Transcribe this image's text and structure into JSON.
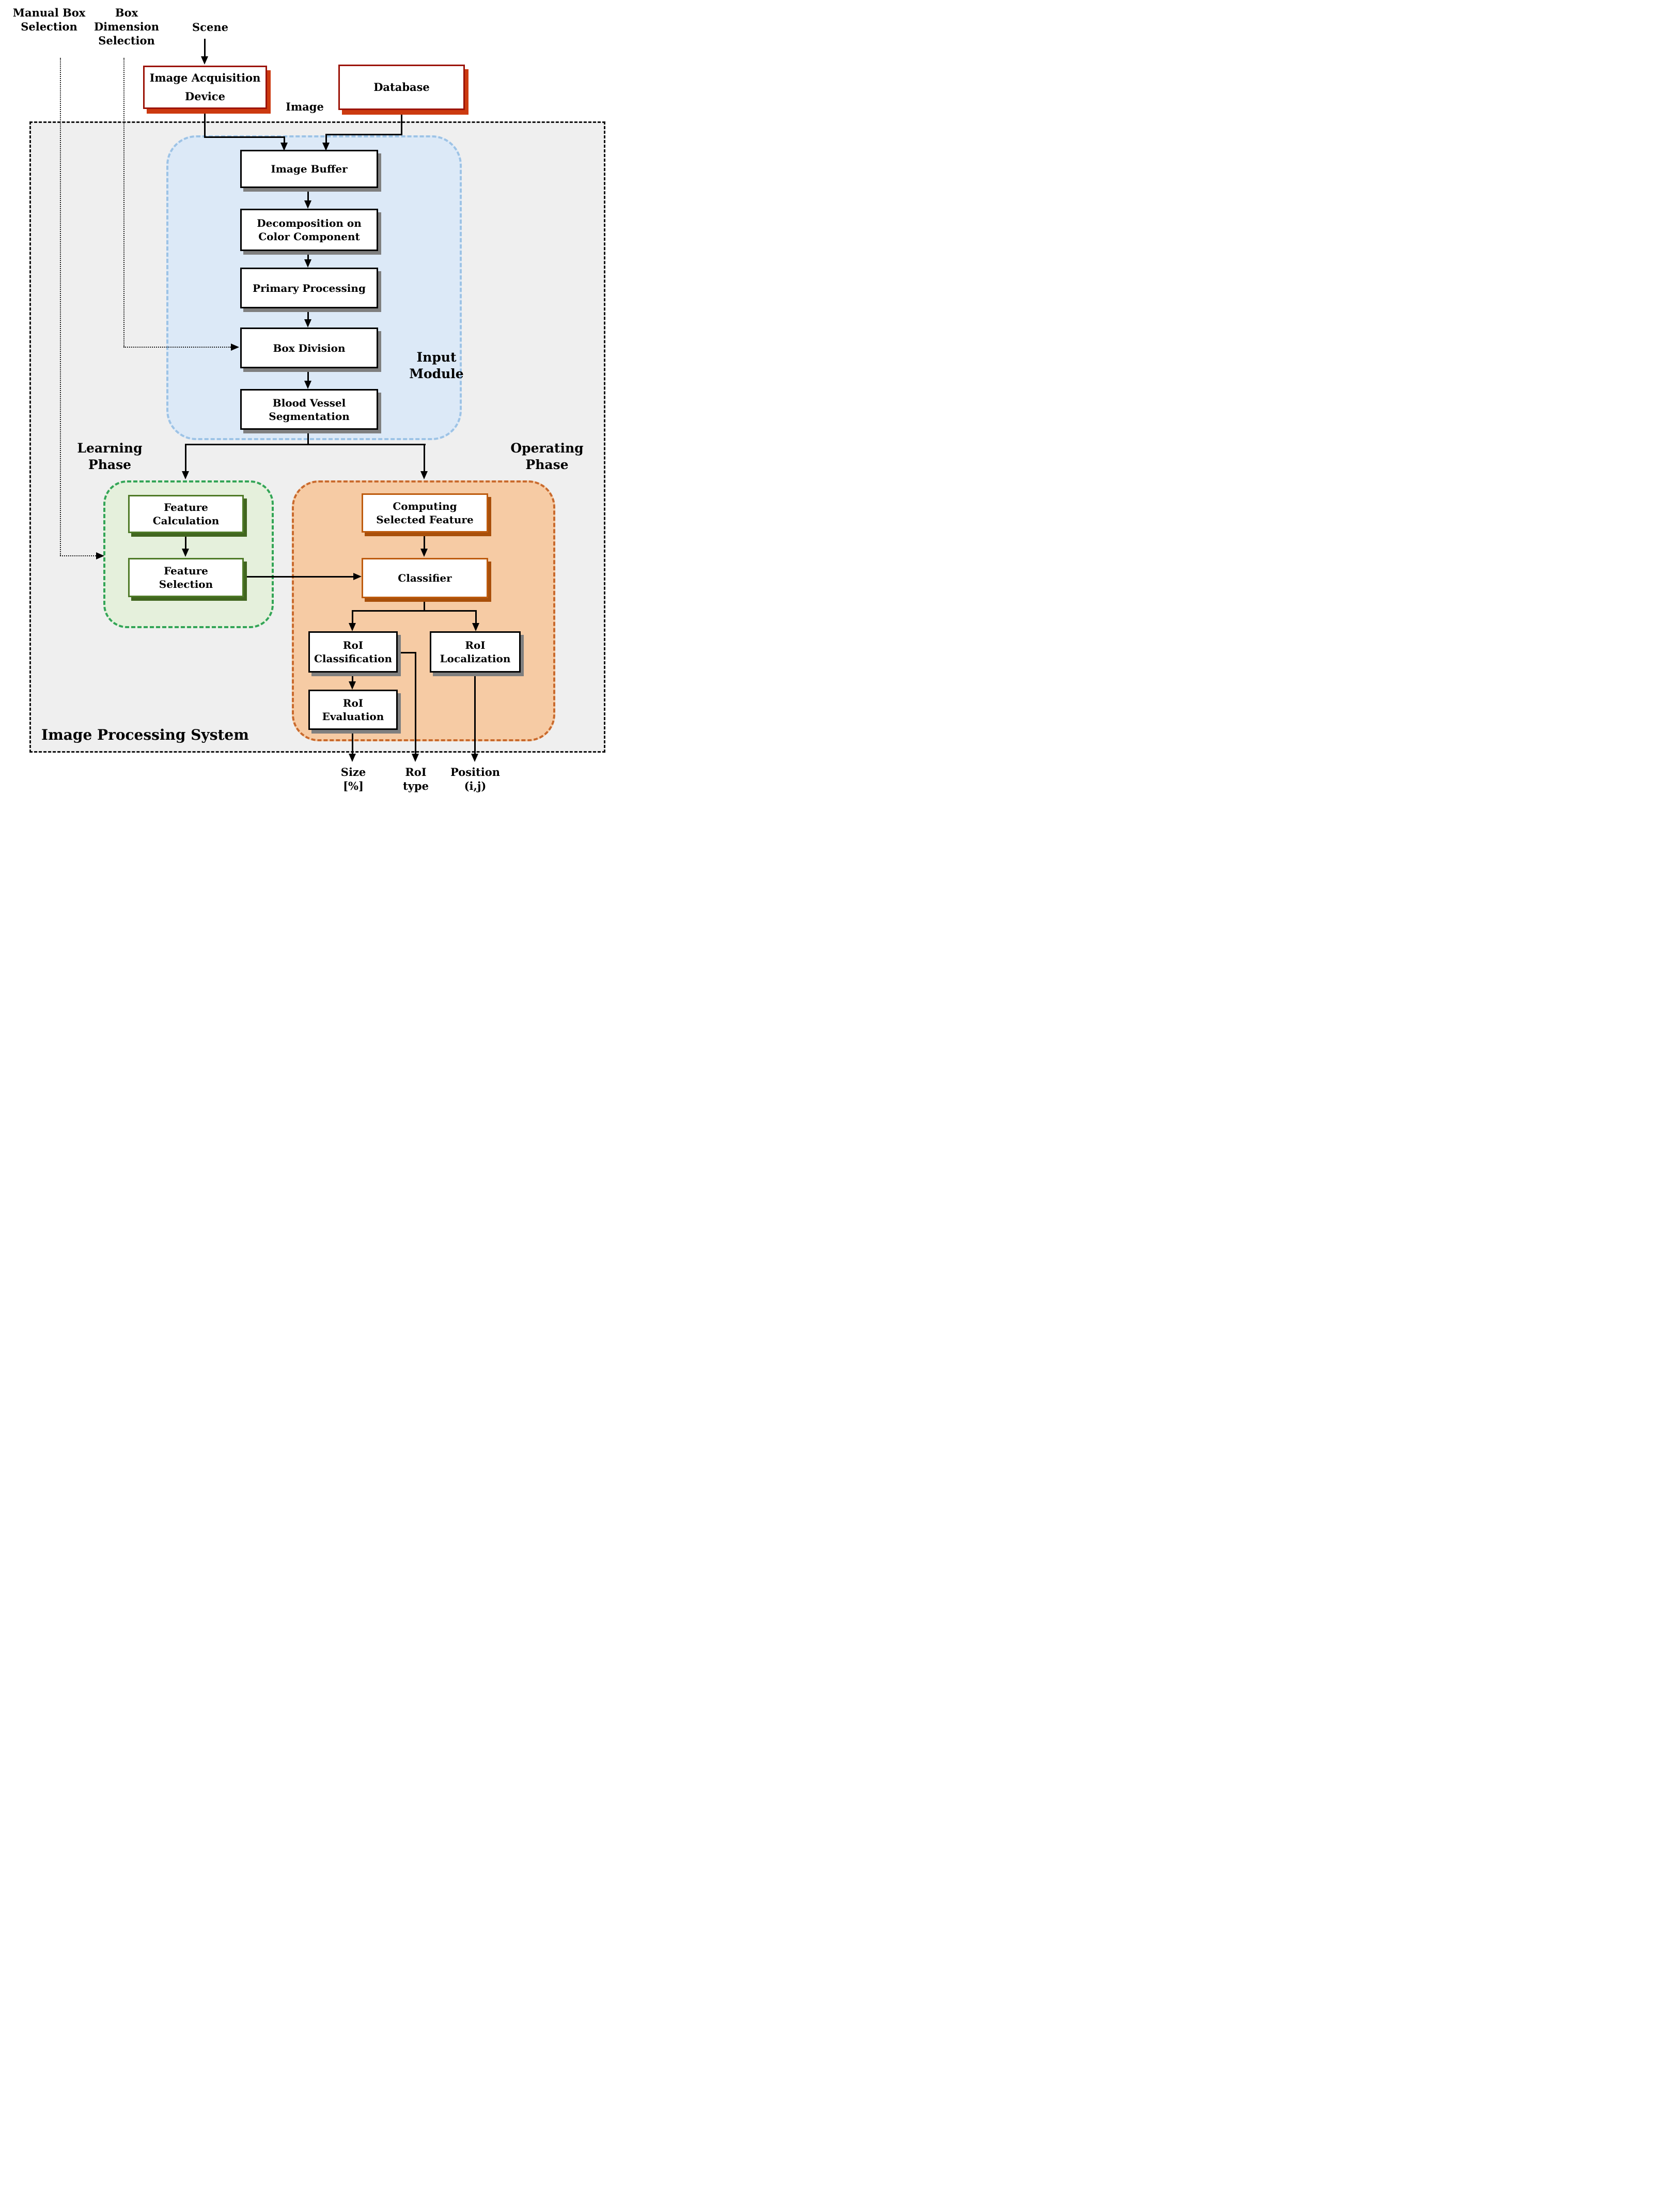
{
  "external": {
    "manual_box_selection": "Manual Box\nSelection",
    "box_dimension_selection": "Box\nDimension\nSelection",
    "scene": "Scene",
    "image": "Image",
    "image_acquisition_device": "Image Acquisition\nDevice",
    "database": "Database"
  },
  "system": {
    "label": "Image Processing System"
  },
  "input_module": {
    "label": "Input\nModule",
    "image_buffer": "Image Buffer",
    "decomposition": "Decomposition on\nColor Component",
    "primary_processing": "Primary Processing",
    "box_division": "Box Division",
    "blood_vessel_segmentation": "Blood Vessel\nSegmentation"
  },
  "learning_phase": {
    "label": "Learning\nPhase",
    "feature_calculation": "Feature\nCalculation",
    "feature_selection": "Feature\nSelection"
  },
  "operating_phase": {
    "label": "Operating\nPhase",
    "computing_selected_feature": "Computing\nSelected Feature",
    "classifier": "Classifier",
    "roi_classification": "RoI\nClassification",
    "roi_localization": "RoI\nLocalization",
    "roi_evaluation": "RoI\nEvaluation"
  },
  "outputs": {
    "size": "Size\n[%]",
    "roi_type": "RoI\ntype",
    "position": "Position\n(i,j)"
  },
  "colors": {
    "source_box_border": "#9b1206",
    "source_box_shadow": "#cc3a10",
    "system_fill": "#efefef",
    "input_module_fill": "#dce9f7",
    "input_module_border": "#9dc3e6",
    "learning_fill": "#e5f0dc",
    "learning_border": "#33a557",
    "learning_box_border": "#4e7a27",
    "operating_fill": "#f6cba4",
    "operating_border": "#c96a2d",
    "operating_box_border": "#bd5b0e",
    "process_box_border": "#000000",
    "process_box_shadow": "#7f7f7f"
  }
}
